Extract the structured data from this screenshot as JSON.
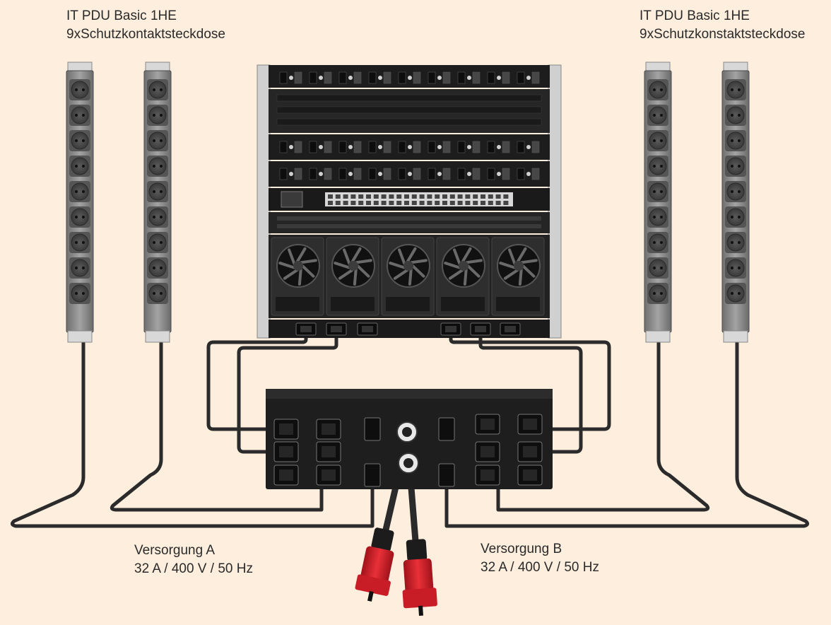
{
  "labels": {
    "pdu_left": {
      "line1": "IT PDU Basic 1HE",
      "line2": "9xSchutzkontaktsteckdose"
    },
    "pdu_right": {
      "line1": "IT PDU Basic 1HE",
      "line2": "9xSchutzkonstaktsteckdose"
    },
    "supply_a": {
      "line1": "Versorgung A",
      "line2": "32 A / 400 V / 50 Hz"
    },
    "supply_b": {
      "line1": "Versorgung B",
      "line2": "32 A / 400 V / 50 Hz"
    }
  },
  "colors": {
    "background": "#fdeedd",
    "rack": "#1f1f1f",
    "pdu_strip": "#8c8c8c",
    "cable": "#2b2b2b",
    "plug": "#d8202a"
  },
  "icons": [
    "power-strip-icon",
    "fan-icon",
    "cee-plug-icon",
    "iec-socket-icon"
  ]
}
